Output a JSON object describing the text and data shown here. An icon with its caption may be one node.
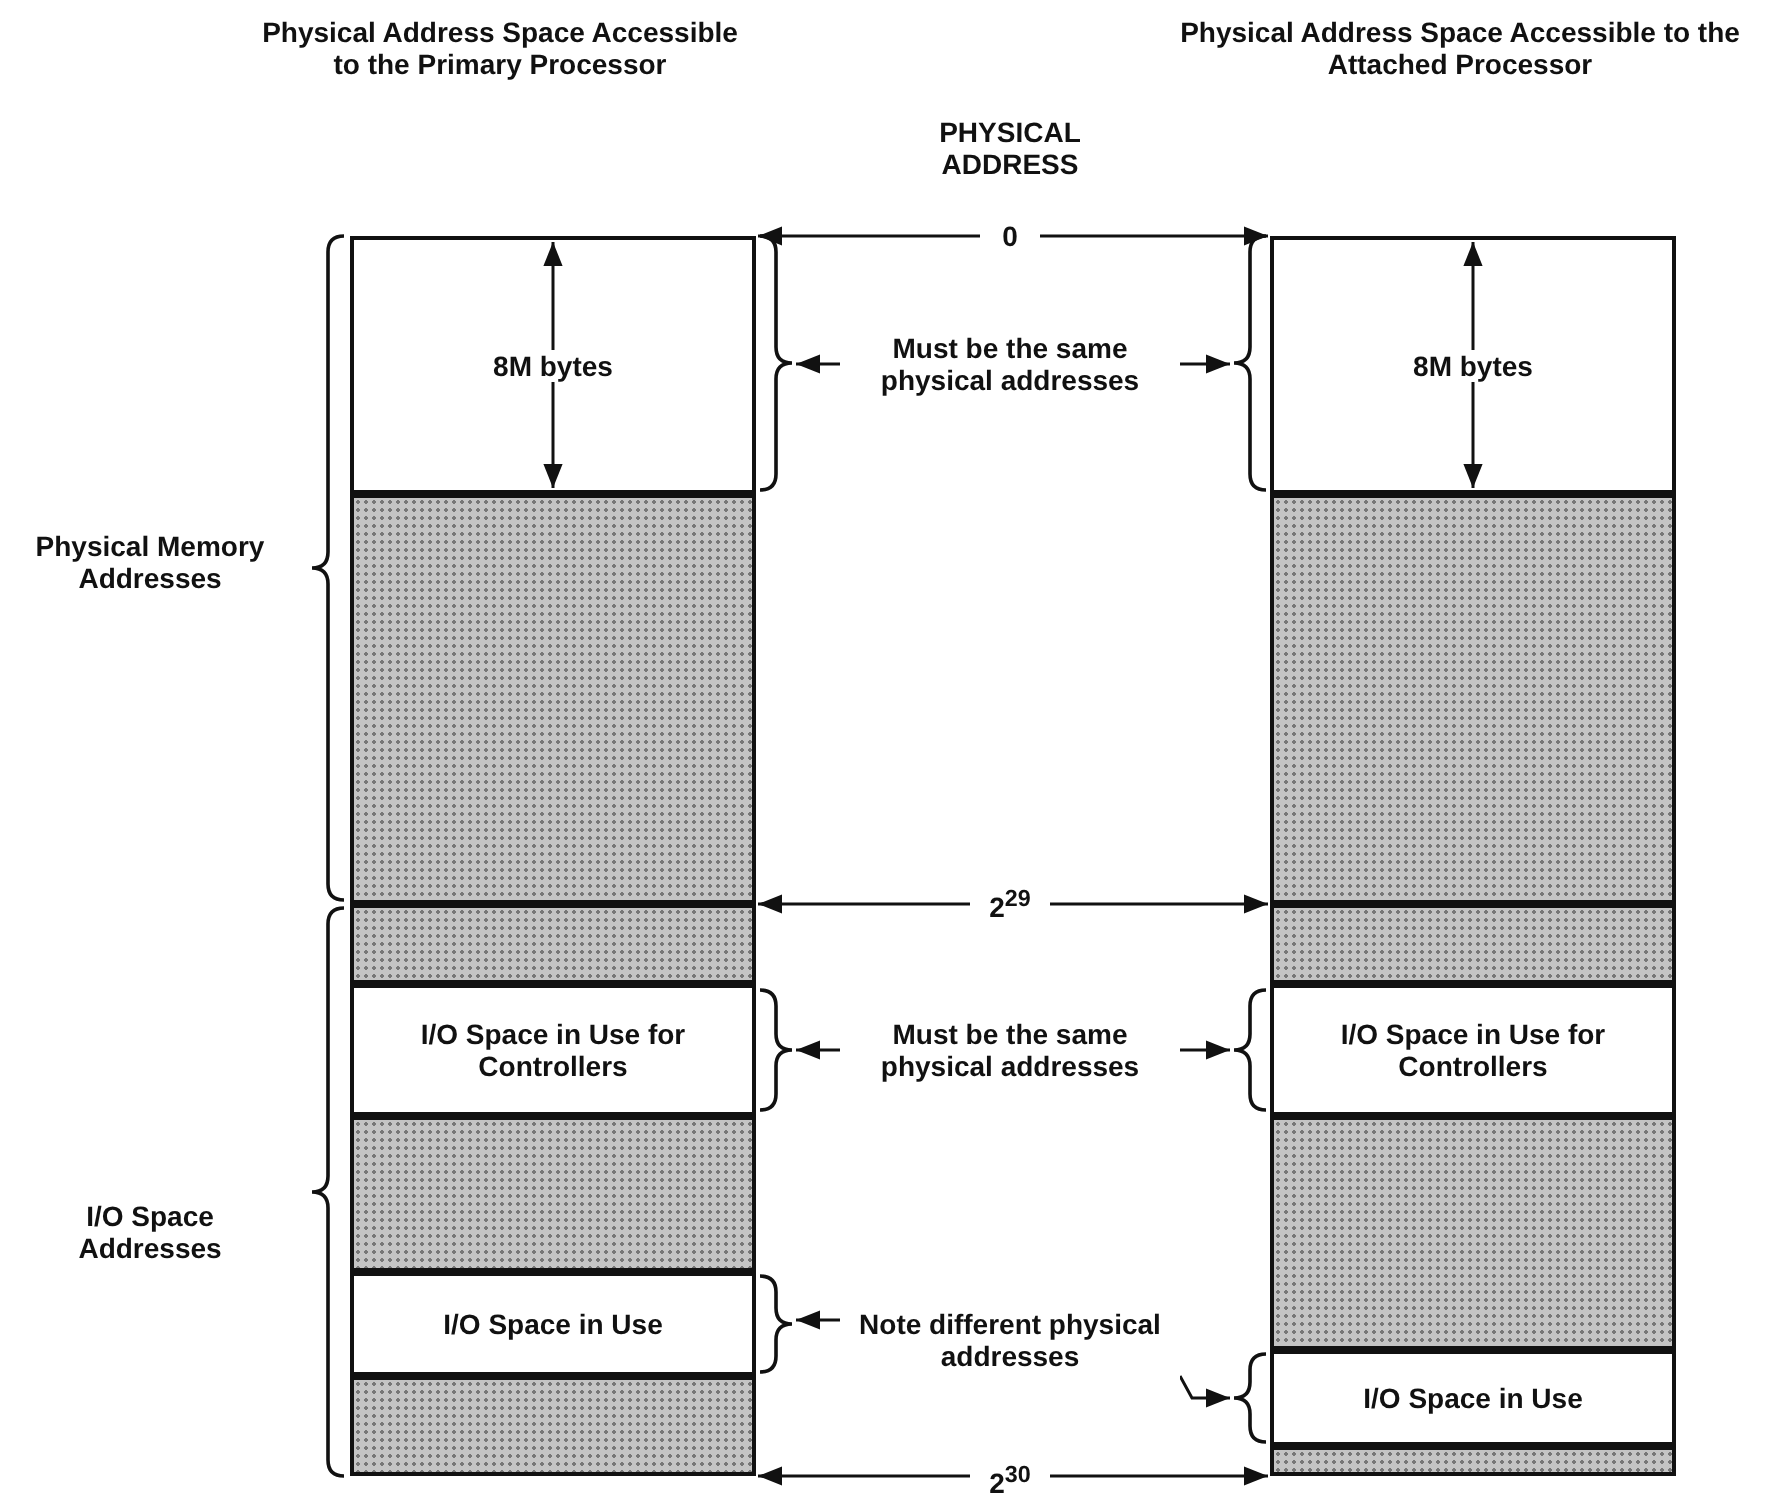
{
  "diagram": {
    "nodes": [
      {
        "text": [
          "8M bytes"
        ]
      },
      {
        "text": [],
        "shape": "box"
      },
      {
        "text": [],
        "shape": "box"
      },
      {
        "text": [
          "I/O Space in Use for Controllers"
        ]
      },
      {
        "text": [],
        "shape": "box"
      },
      {
        "text": [
          "I/O Space in Use"
        ]
      },
      {
        "text": [],
        "shape": "box"
      },
      {
        "text": [
          "8M bytes"
        ]
      },
      {
        "text": [],
        "shape": "box"
      },
      {
        "text": [],
        "shape": "box"
      },
      {
        "text": [
          "I/O Space in Use for Controllers"
        ]
      },
      {
        "text": [],
        "shape": "box"
      },
      {
        "text": [
          "I/O Space in Use"
        ]
      },
      {
        "text": [],
        "shape": "box"
      },
      {
        "text": [
          "0"
        ]
      },
      {
        "text": [
          "Must be the same physical addresses"
        ]
      },
      {
        "text": [
          "2$^{29}$"
        ]
      },
      {
        "text": [
          "Must be the same physical addresses"
        ]
      },
      {
        "text": [
          "Note different physical addresses"
        ]
      },
      {
        "text": [
          "2$^{30}$"
        ]
      }
    ],
    "edges": [
      {
        "from": 14,
        "to": 0,
        "arrow": "to"
      },
      {
        "from": 14,
        "to": 7,
        "arrow": "to"
      },
      {
        "from": 15,
        "to": 0,
        "arrow": "to"
      },
      {
        "from": 15,
        "to": 7,
        "arrow": "to"
      },
      {
        "from": 16,
        "to": 1,
        "arrow": "to"
      },
      {
        "from": 16,
        "to": 8,
        "arrow": "to"
      },
      {
        "from": 17,
        "to": 3,
        "arrow": "to"
      },
      {
        "from": 17,
        "to": 10,
        "arrow": "to"
      },
      {
        "from": 18,
        "to": 5,
        "arrow": "to"
      },
      {
        "from": 18,
        "to": 12,
        "arrow": "to"
      },
      {
        "from": 19,
        "to": 6,
        "arrow": "to"
      },
      {
        "from": 19,
        "to": 13,
        "arrow": "to"
      }
    ],
    "labels": [
      "Physical Address Space Accessible to the Primary Processor",
      "Physical Address Space Accessible to the Attached Processor",
      "PHYSICAL ADDRESS",
      "Physical Memory Addresses",
      "I/O Space Addresses"
    ]
  }
}
